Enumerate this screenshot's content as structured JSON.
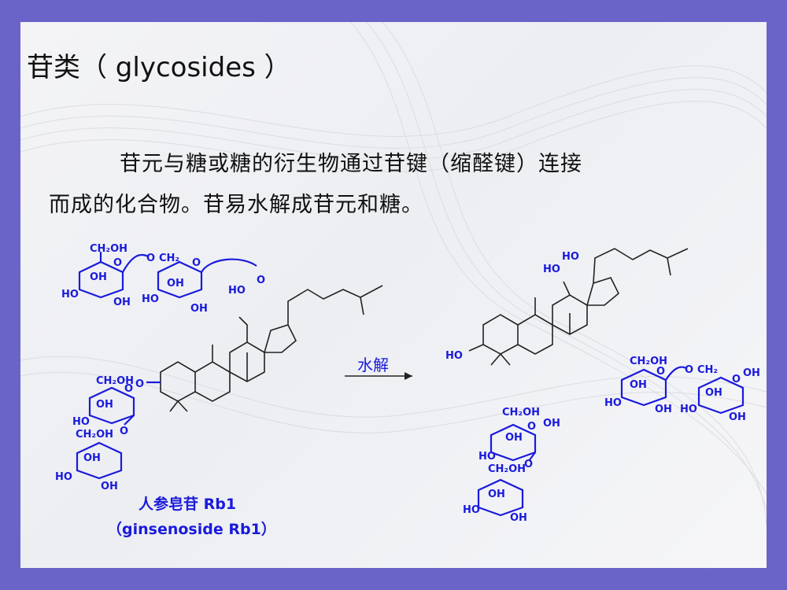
{
  "slide": {
    "title": "苷类（ glycosides ）",
    "paragraph_line1": "苷元与糖或糖的衍生物通过苷键（缩醛键）连接",
    "paragraph_line2": "而成的化合物。苷易水解成苷元和糖。",
    "reaction_label": "水解",
    "compound_name_cn": "人参皂苷 Rb1",
    "compound_name_en": "（ginsenoside Rb1）"
  },
  "chem_labels": {
    "ch2oh": "CH₂OH",
    "ch2": "CH₂",
    "oh": "OH",
    "ho": "HO",
    "o": "O"
  },
  "colors": {
    "frame": "#6a64c8",
    "accent_blue": "#1a1adc"
  }
}
